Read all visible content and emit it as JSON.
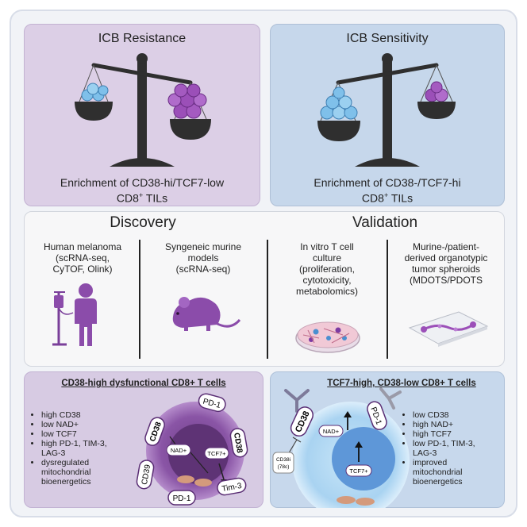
{
  "resistance": {
    "title": "ICB Resistance",
    "caption_line1": "Enrichment of CD38-hi/TCF7-low",
    "caption_line2": "CD8",
    "caption_sup": "+",
    "caption_tail": " TILs"
  },
  "sensitivity": {
    "title": "ICB Sensitivity",
    "caption_line1": "Enrichment of CD38-/TCF7-hi",
    "caption_line2": "CD8",
    "caption_sup": "+",
    "caption_tail": " TILs"
  },
  "middle": {
    "discovery_title": "Discovery",
    "validation_title": "Validation",
    "columns": [
      {
        "lines": [
          "Human melanoma",
          "(scRNA-seq,",
          "CyTOF, Olink)"
        ],
        "icon": "patient-iv-icon"
      },
      {
        "lines": [
          "Syngeneic murine",
          "models",
          "(scRNA-seq)"
        ],
        "icon": "mouse-icon"
      },
      {
        "lines": [
          "In vitro T cell",
          "culture",
          "(proliferation,",
          "cytotoxicity,",
          "metabolomics)"
        ],
        "icon": "petri-dish-icon"
      },
      {
        "lines": [
          "Murine-/patient-",
          "derived organotypic",
          "tumor spheroids",
          "(MDOTS/PDOTS"
        ],
        "icon": "microfluidic-device-icon"
      }
    ]
  },
  "dysfunctional": {
    "title": "CD38-high dysfunctional CD8+ T cells",
    "bullets": [
      "high CD38",
      "low NAD+",
      "low TCF7",
      "high PD-1, TIM-3, LAG-3",
      "dysregulated mitochondrial bioenergetics"
    ],
    "bullet_lines": [
      [
        "high CD38"
      ],
      [
        "low NAD+"
      ],
      [
        "low TCF7"
      ],
      [
        "high PD-1, TIM-3,",
        "LAG-3"
      ],
      [
        "dysregulated",
        "mitochondrial",
        "bioenergetics"
      ]
    ],
    "labels": {
      "cd38_a": "CD38",
      "cd38_b": "CD38",
      "pd1_a": "PD-1",
      "pd1_b": "PD-1",
      "cd39": "CD39",
      "tim3": "Tim-3",
      "nad": "NAD+",
      "tcf7": "TCF7+"
    }
  },
  "tcf7high": {
    "title": "TCF7-high, CD38-low  CD8+ T cells",
    "bullets": [
      "low CD38",
      "high NAD+",
      "high TCF7",
      "low PD-1, TIM-3, LAG-3",
      "improved mitochondrial bioenergetics"
    ],
    "bullet_lines": [
      [
        "low CD38"
      ],
      [
        "high NAD+"
      ],
      [
        "high TCF7"
      ],
      [
        "low PD-1, TIM-3,",
        "LAG-3"
      ],
      [
        "improved",
        "mitochondrial",
        "bioenergetics"
      ]
    ],
    "labels": {
      "cd38": "CD38",
      "pd1": "PD-1",
      "nad": "NAD+",
      "tcf7": "TCF7+",
      "inhibitor_line1": "CD38i",
      "inhibitor_line2": "(78c)"
    }
  },
  "colors": {
    "purple_panel": "#dccfe6",
    "blue_panel": "#c6d7eb",
    "tumor_purple": "#9b4fb8",
    "tcell_blue": "#6fb0e0"
  }
}
